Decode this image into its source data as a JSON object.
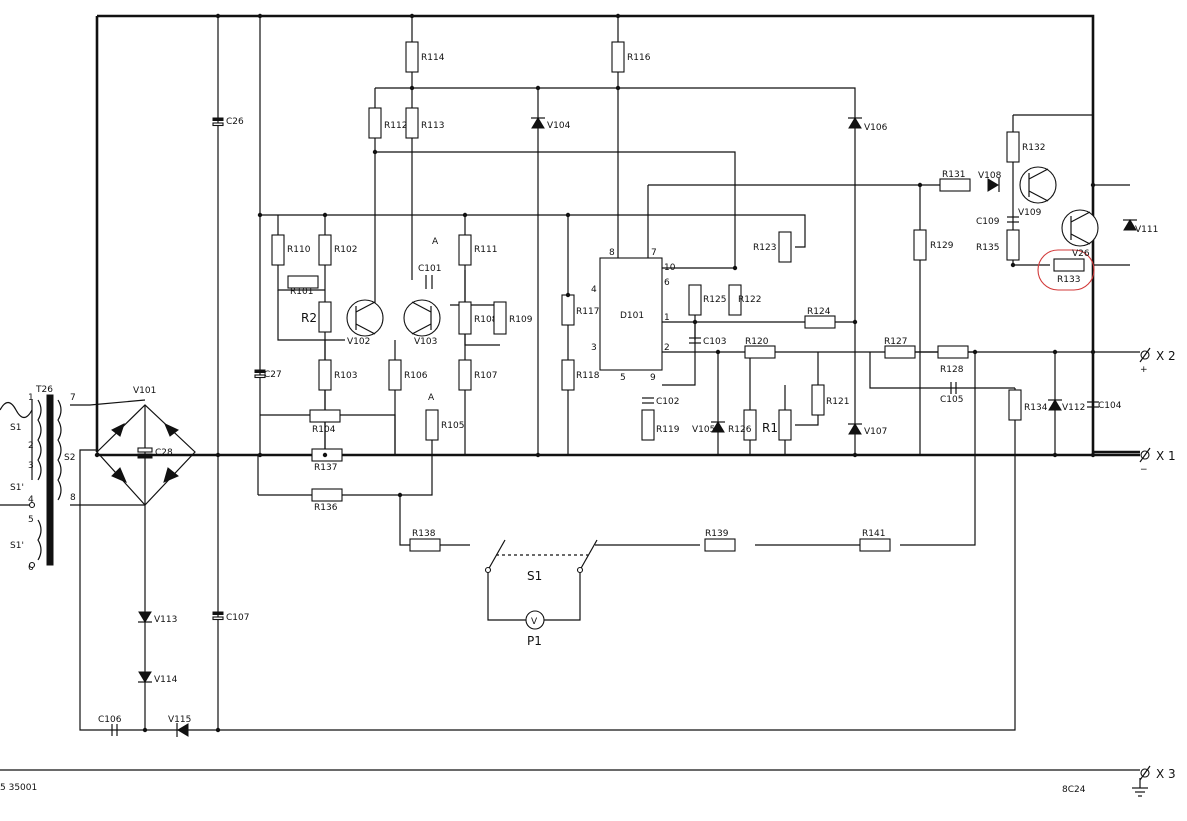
{
  "resistors": [
    "R114",
    "R116",
    "R112",
    "R113",
    "R110",
    "R102",
    "R101",
    "R111",
    "R108",
    "R109",
    "R103",
    "R106",
    "R107",
    "R104",
    "R105",
    "R132",
    "R131",
    "R135",
    "R133",
    "R129",
    "R123",
    "R125",
    "R122",
    "R124",
    "R117",
    "R118",
    "R119",
    "R120",
    "R121",
    "R126",
    "R127",
    "R128",
    "R134",
    "R137",
    "R136",
    "R138",
    "R139",
    "R141"
  ],
  "pots": [
    "R2",
    "R1"
  ],
  "capacitors": [
    "C26",
    "C27",
    "C28",
    "C101",
    "C102",
    "C103",
    "C104",
    "C105",
    "C106",
    "C107",
    "C109"
  ],
  "diodes": [
    "V104",
    "V106",
    "V108",
    "V111",
    "V105",
    "V107",
    "V112",
    "V113",
    "V114",
    "V115"
  ],
  "bridge": "V101",
  "transistors": [
    "V102",
    "V103",
    "V109",
    "V26"
  ],
  "ic": {
    "name": "D101",
    "pins": [
      "8",
      "7",
      "4",
      "3",
      "10",
      "6",
      "1",
      "2",
      "5",
      "9"
    ]
  },
  "transformer": {
    "name": "T26",
    "windings": [
      "S1",
      "S2",
      "S1'",
      "S1'"
    ],
    "taps": [
      "1",
      "2",
      "3",
      "4",
      "5",
      "6",
      "7",
      "8"
    ]
  },
  "switch": "S1",
  "meter": {
    "name": "P1",
    "symbol": "V"
  },
  "terminals": [
    {
      "name": "X 2",
      "polarity": "+"
    },
    {
      "name": "X 1",
      "polarity": "−"
    },
    {
      "name": "X 3"
    }
  ],
  "node_labels": [
    "A",
    "A"
  ],
  "footer": {
    "left": "5 35001",
    "right": "8C24"
  }
}
